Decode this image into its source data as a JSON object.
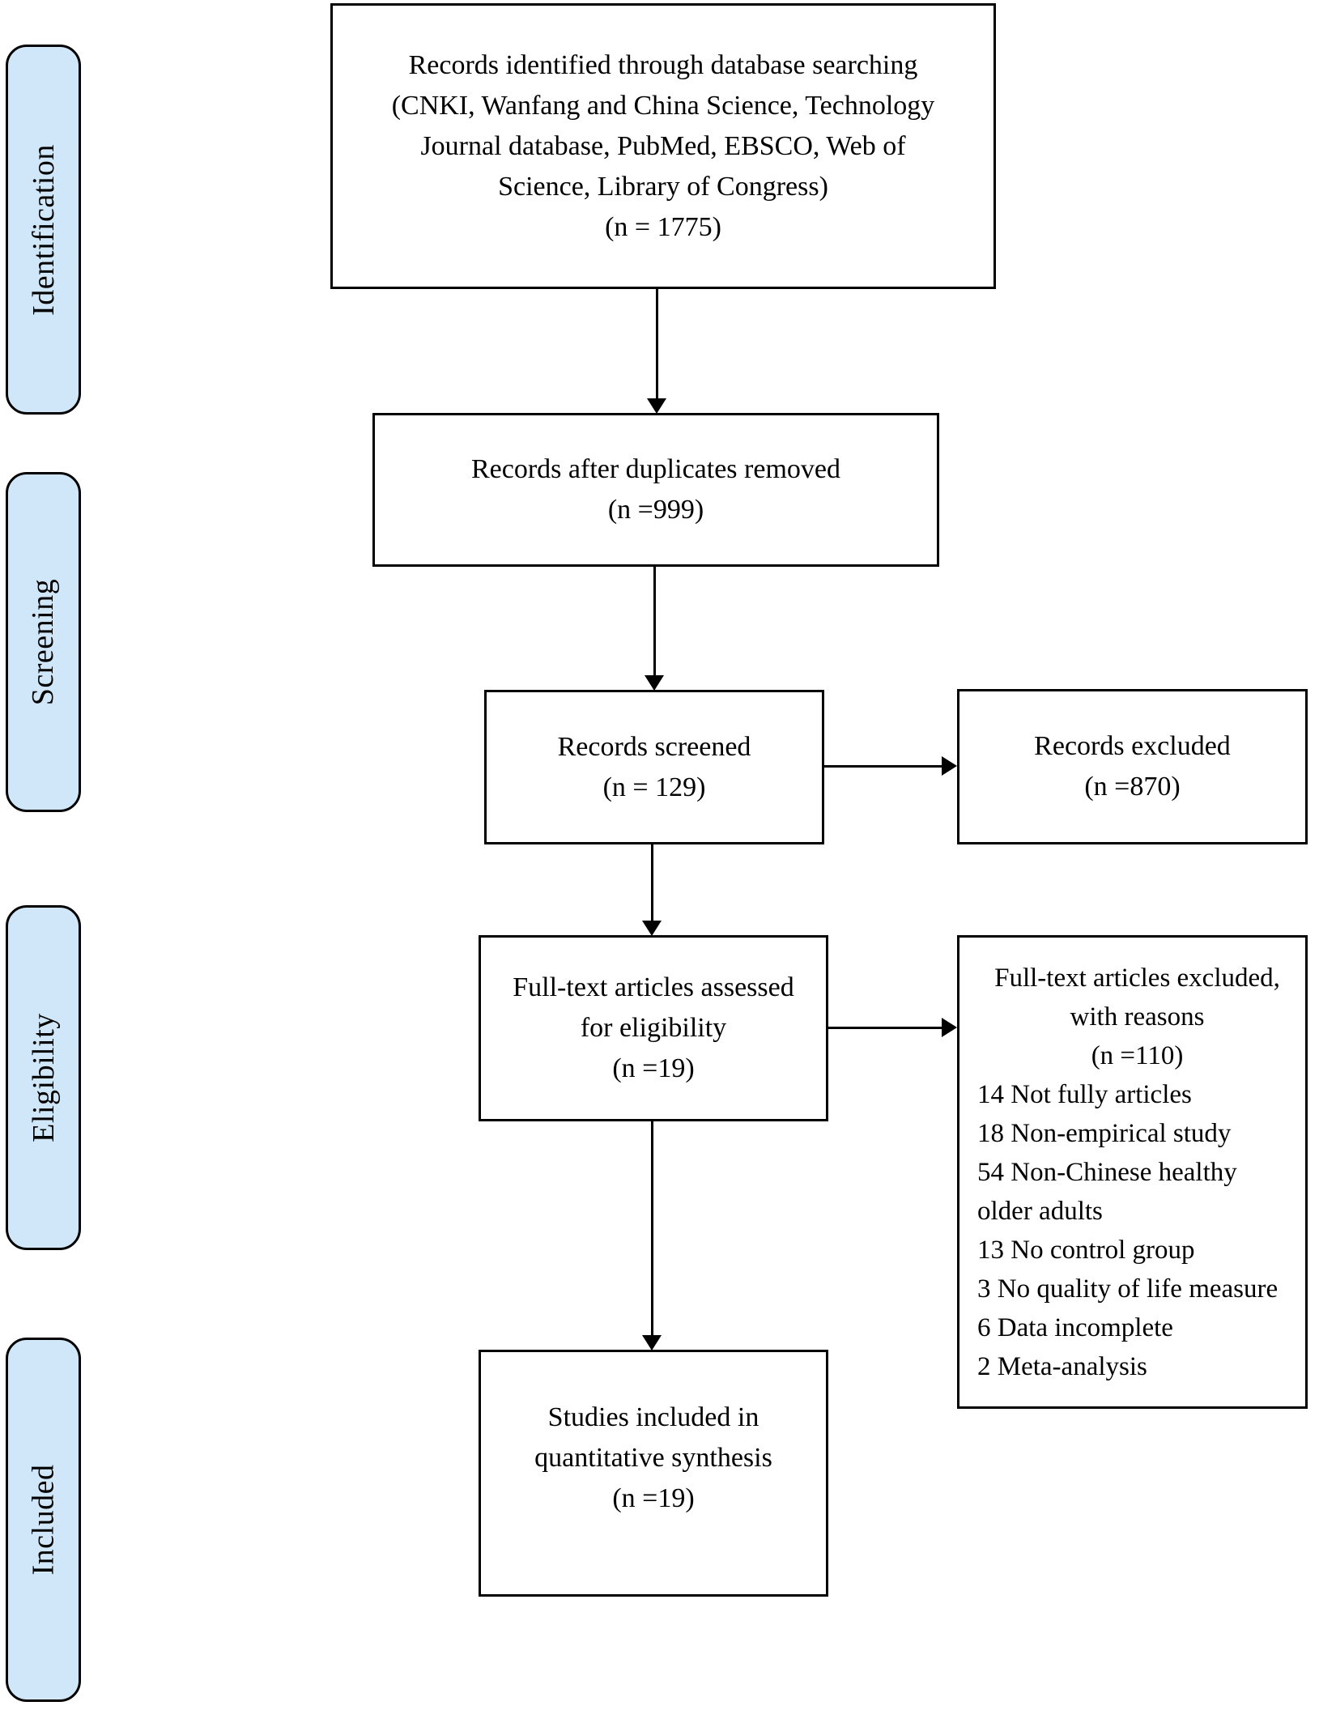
{
  "diagram": {
    "colors": {
      "stage_fill": "#cfe7f8",
      "stage_border": "#000000",
      "box_border": "#000000",
      "line": "#000000"
    },
    "stages": [
      {
        "label": "Identification"
      },
      {
        "label": "Screening"
      },
      {
        "label": "Eligibility"
      },
      {
        "label": "Included"
      }
    ],
    "boxes": {
      "identified": {
        "lines": [
          "Records identified through database searching",
          "(CNKI, Wanfang and China Science, Technology",
          "Journal database, PubMed, EBSCO, Web of",
          "Science, Library of Congress)",
          "(n = 1775)"
        ]
      },
      "duplicates_removed": {
        "lines": [
          "Records after duplicates removed",
          "(n =999)"
        ]
      },
      "screened": {
        "lines": [
          "Records screened",
          "(n = 129)"
        ]
      },
      "records_excluded": {
        "lines": [
          "Records excluded",
          "(n =870)"
        ]
      },
      "fulltext_assessed": {
        "lines": [
          "Full-text articles assessed",
          "for eligibility",
          "(n =19)"
        ]
      },
      "fulltext_excluded": {
        "title_lines": [
          "Full-text articles excluded,",
          "with reasons",
          "(n =110)"
        ],
        "reasons": [
          "14 Not fully articles",
          "18 Non-empirical study",
          "54 Non-Chinese healthy older adults",
          "13 No control group",
          "3 No quality of life measure",
          "6 Data incomplete",
          "2 Meta-analysis"
        ]
      },
      "included_synthesis": {
        "lines": [
          "Studies included in",
          "quantitative synthesis",
          "(n =19)"
        ]
      }
    }
  }
}
